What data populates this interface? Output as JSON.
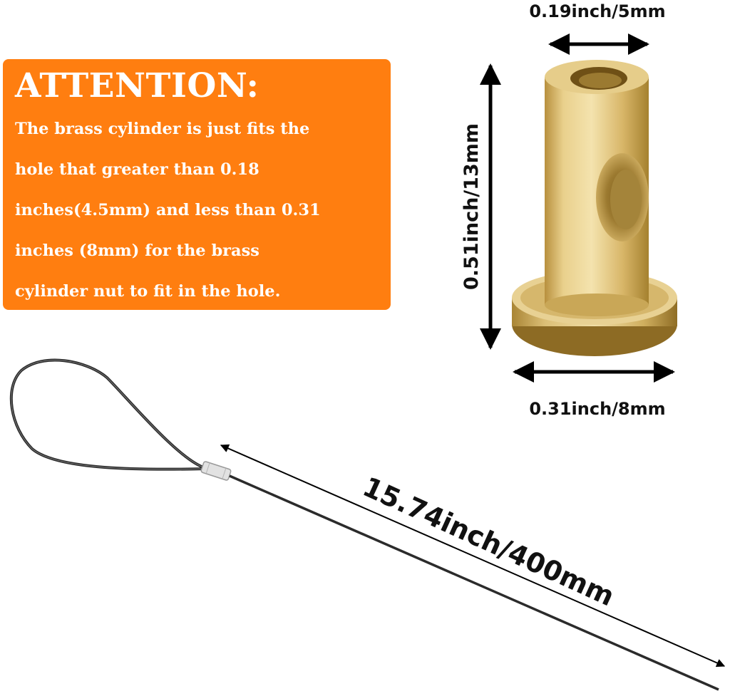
{
  "attention": {
    "title": "ATTENTION:",
    "lines": [
      "The brass cylinder is just fits the",
      "hole that greater than 0.18",
      "inches(4.5mm) and less than 0.31",
      "inches (8mm) for the brass",
      "cylinder nut to fit in the hole."
    ],
    "background_color": "#ff7e10"
  },
  "dimensions": {
    "top_diameter": "0.19inch/5mm",
    "height": "0.51inch/13mm",
    "base_diameter": "0.31inch/8mm",
    "wire_length": "15.74inch/400mm"
  },
  "colors": {
    "brass": "#d9b96a",
    "wire": "#2b2b2b",
    "arrow": "#000000"
  }
}
